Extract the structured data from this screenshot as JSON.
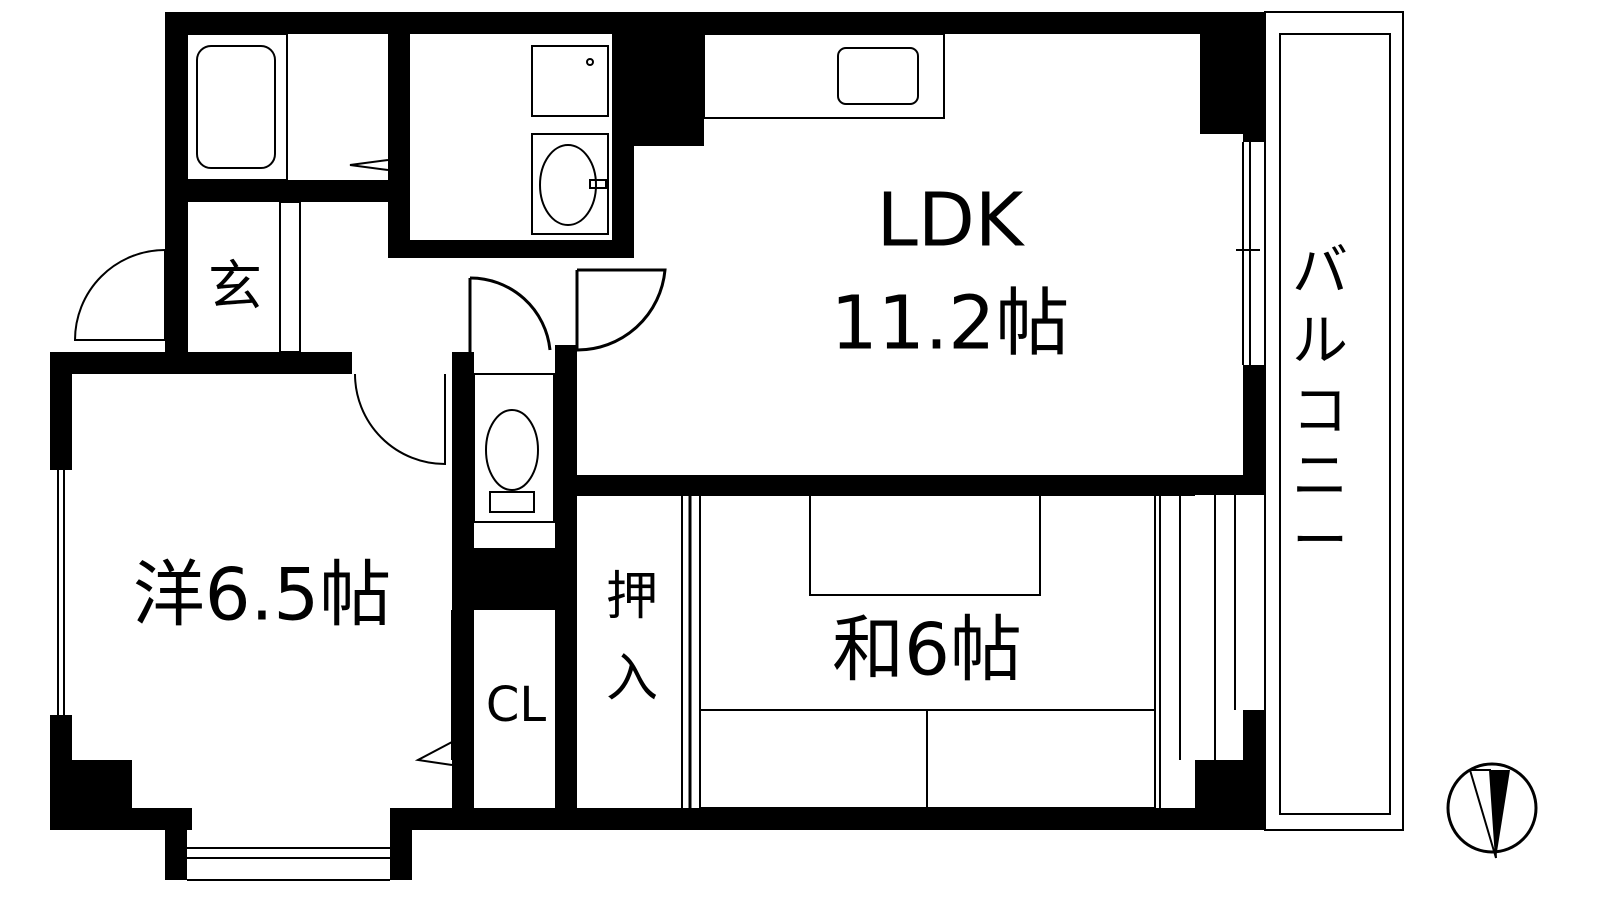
{
  "rooms": {
    "ldk_name": "LDK",
    "ldk_size": "11.2帖",
    "western_room": "洋6.5帖",
    "japanese_room": "和6帖",
    "entrance": "玄",
    "closet": "CL",
    "oshiire_line1": "押",
    "oshiire_line2": "入"
  },
  "balcony": {
    "chars": [
      "バ",
      "ル",
      "コ",
      "ニ",
      "ー"
    ]
  },
  "compass": {
    "icon": "north-arrow-icon"
  }
}
